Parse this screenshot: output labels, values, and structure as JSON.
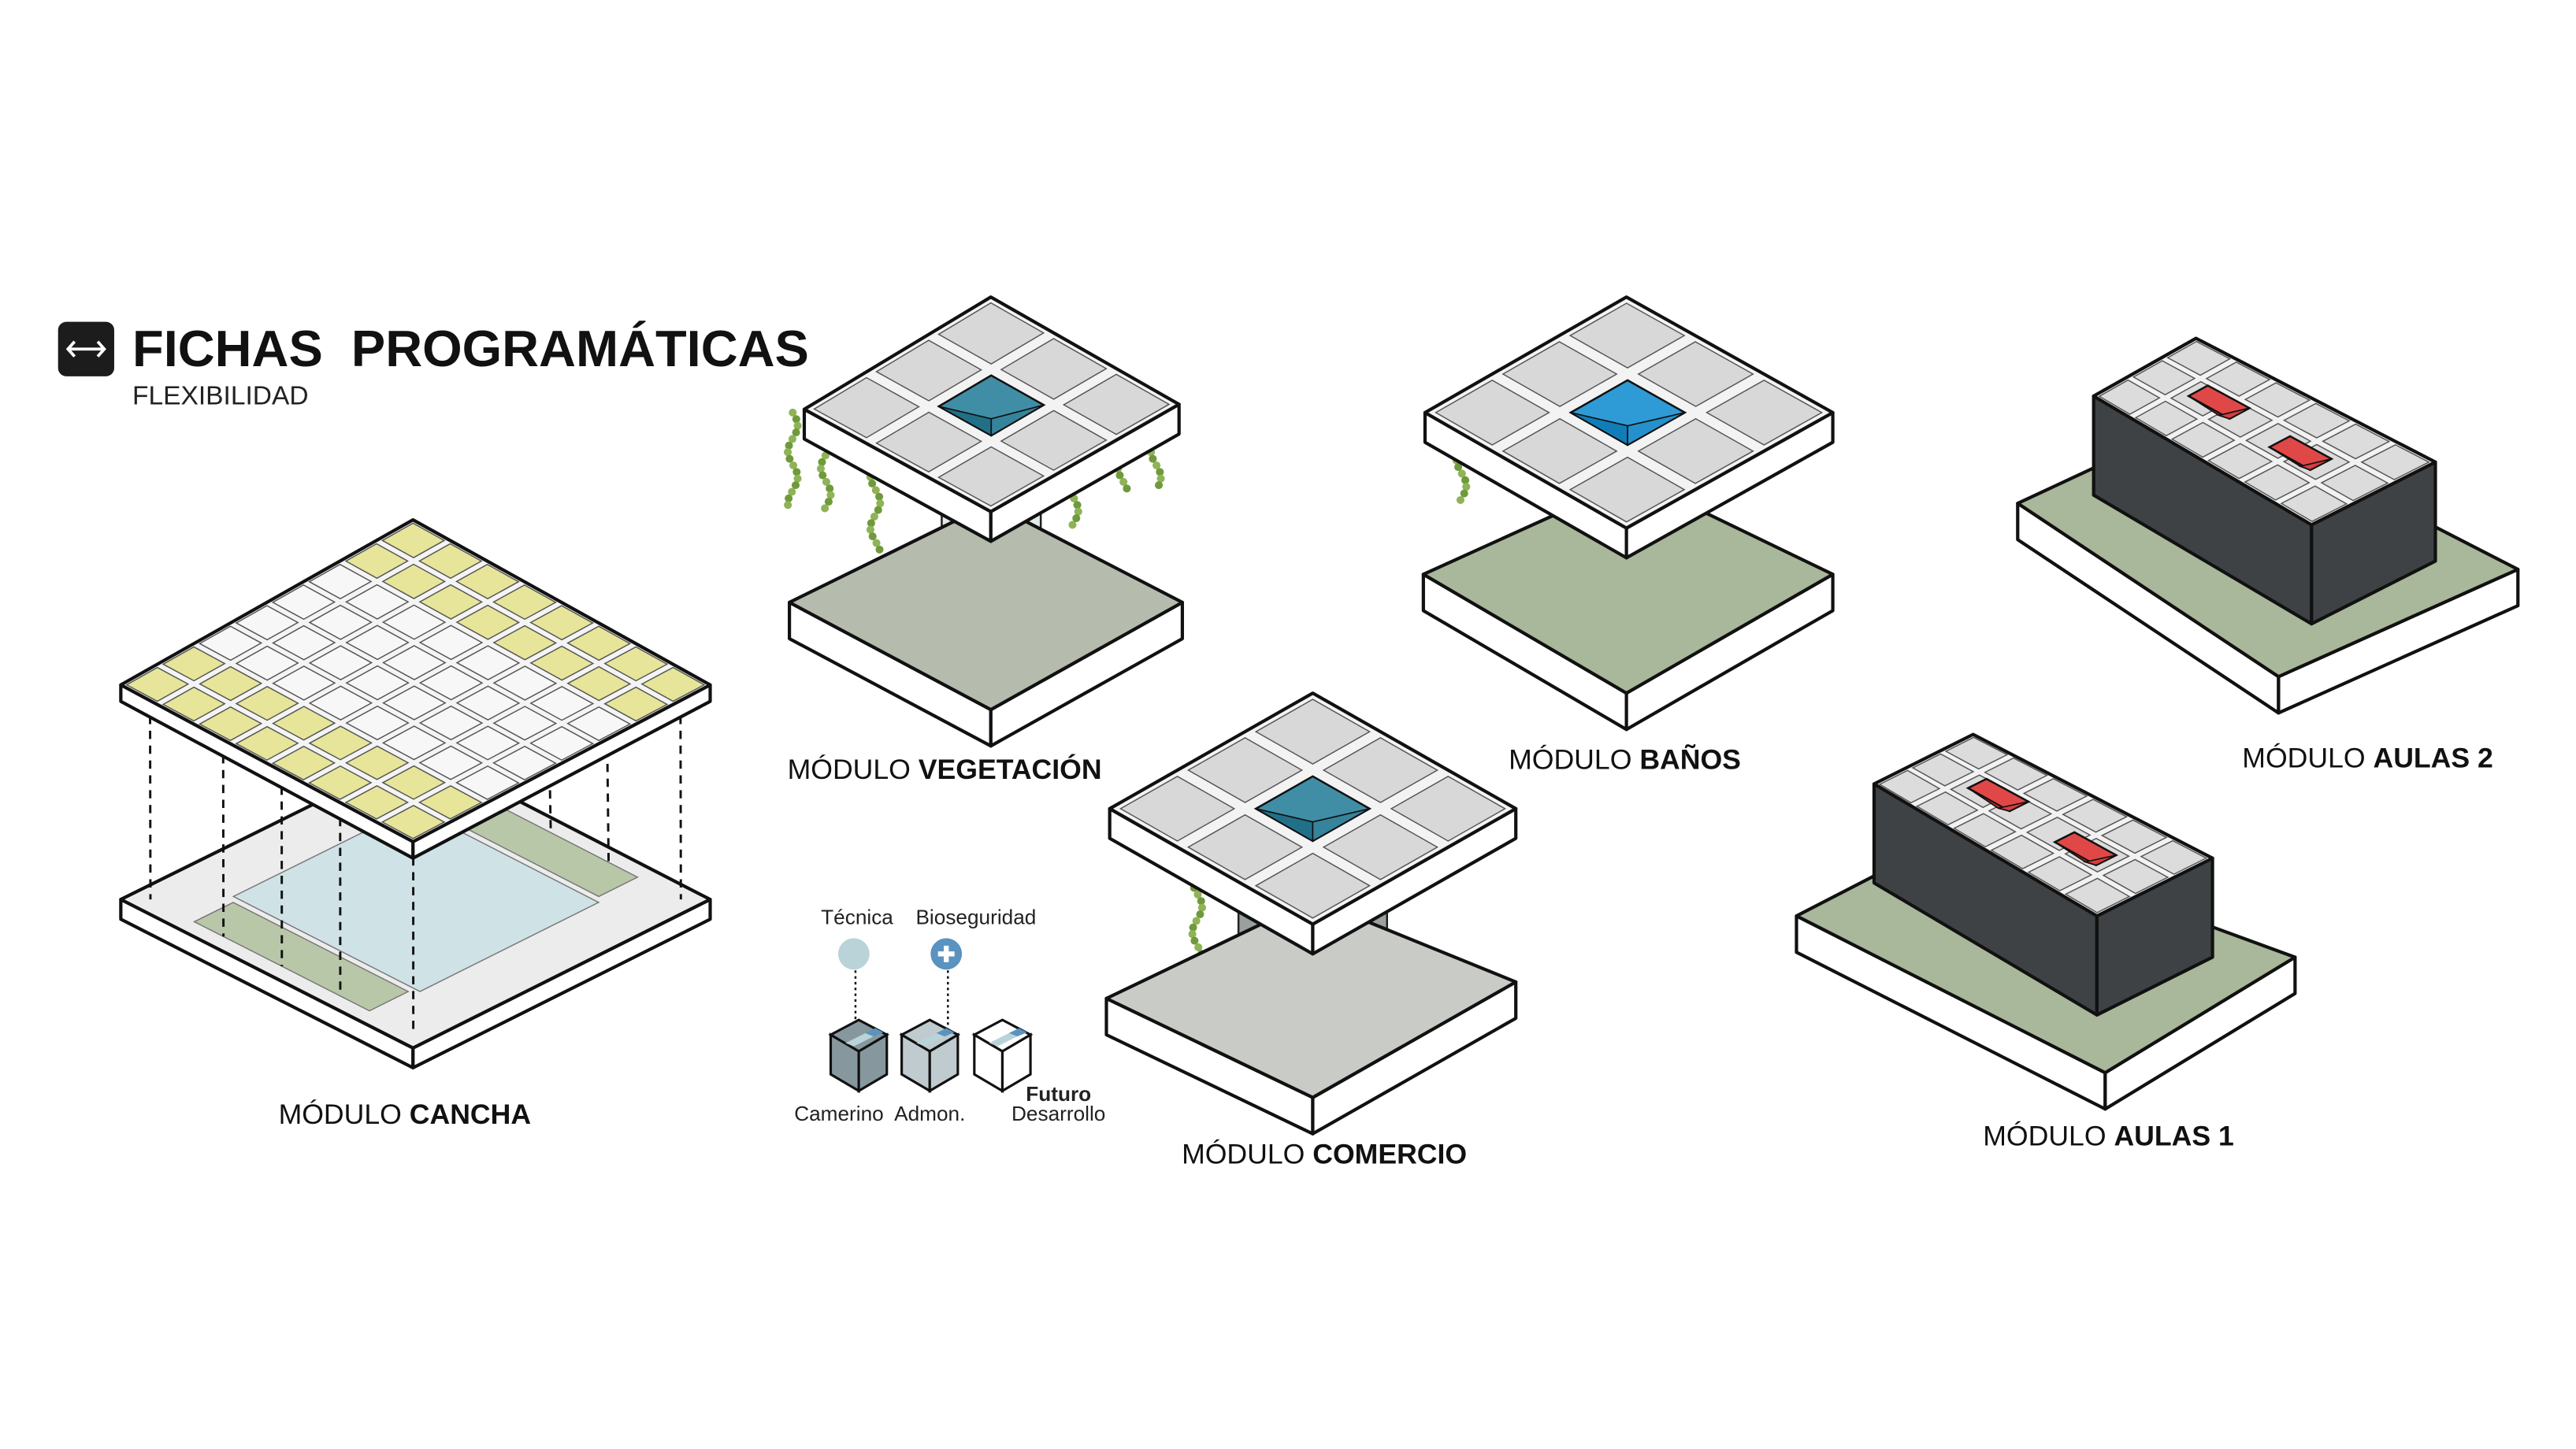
{
  "header": {
    "icon": "horizontal-arrows-icon",
    "title": "FICHAS  PROGRAMÁTICAS",
    "subtitle": "FLEXIBILIDAD"
  },
  "modules": [
    {
      "prefix": "MÓDULO",
      "name": "CANCHA"
    },
    {
      "prefix": "MÓDULO",
      "name": "VEGETACIÓN"
    },
    {
      "prefix": "MÓDULO",
      "name": "BAÑOS"
    },
    {
      "prefix": "MÓDULO",
      "name": "AULAS 2"
    },
    {
      "prefix": "MÓDULO",
      "name": "COMERCIO"
    },
    {
      "prefix": "MÓDULO",
      "name": "AULAS 1"
    }
  ],
  "legend": {
    "top": [
      "Técnica",
      "Bioseguridad"
    ],
    "bottom": [
      "Camerino",
      "Admon."
    ],
    "future_bold": "Futuro",
    "future_normal": "Desarrollo"
  },
  "colors": {
    "yellow_roof": "#e6e59a",
    "teal_skylight": "#3f8ea6",
    "blue_skylight": "#2f9bd6",
    "red_skylight": "#e04848",
    "technical": "#b9d3d8",
    "biosafety": "#5a93c0",
    "grass": "#a9b79a"
  }
}
